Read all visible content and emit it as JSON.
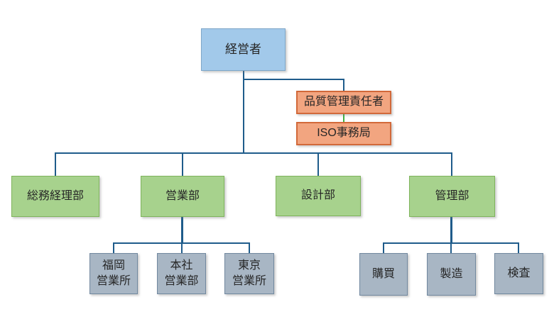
{
  "org_chart": {
    "description": "organization chart",
    "nodes": [
      {
        "id": "ceo",
        "label": "経営者",
        "role": "top"
      },
      {
        "id": "quality-manager",
        "label": "品質管理責任者",
        "role": "quality"
      },
      {
        "id": "iso-office",
        "label": "ISO事務局",
        "role": "quality"
      },
      {
        "id": "general-affairs",
        "label": "総務経理部",
        "role": "department"
      },
      {
        "id": "sales-dept",
        "label": "営業部",
        "role": "department"
      },
      {
        "id": "design-dept",
        "label": "設計部",
        "role": "department"
      },
      {
        "id": "admin-dept",
        "label": "管理部",
        "role": "department"
      },
      {
        "id": "fukuoka-sales",
        "label": "福岡\n営業所",
        "role": "unit"
      },
      {
        "id": "hq-sales",
        "label": "本社\n営業部",
        "role": "unit"
      },
      {
        "id": "tokyo-sales",
        "label": "東京\n営業所",
        "role": "unit"
      },
      {
        "id": "purchasing",
        "label": "購買",
        "role": "unit"
      },
      {
        "id": "manufacturing",
        "label": "製造",
        "role": "unit"
      },
      {
        "id": "inspection",
        "label": "検査",
        "role": "unit"
      }
    ],
    "edges": [
      {
        "from": "ceo",
        "to": "quality-manager",
        "color": "blue"
      },
      {
        "from": "quality-manager",
        "to": "iso-office",
        "color": "green"
      },
      {
        "from": "ceo",
        "to": "general-affairs",
        "color": "blue"
      },
      {
        "from": "ceo",
        "to": "sales-dept",
        "color": "blue"
      },
      {
        "from": "ceo",
        "to": "design-dept",
        "color": "blue"
      },
      {
        "from": "ceo",
        "to": "admin-dept",
        "color": "blue"
      },
      {
        "from": "sales-dept",
        "to": "fukuoka-sales",
        "color": "blue"
      },
      {
        "from": "sales-dept",
        "to": "hq-sales",
        "color": "blue"
      },
      {
        "from": "sales-dept",
        "to": "tokyo-sales",
        "color": "blue"
      },
      {
        "from": "admin-dept",
        "to": "purchasing",
        "color": "blue"
      },
      {
        "from": "admin-dept",
        "to": "manufacturing",
        "color": "blue"
      },
      {
        "from": "admin-dept",
        "to": "inspection",
        "color": "blue"
      }
    ],
    "colors": {
      "top_fill": "#A2C9EA",
      "top_border": "#7FA7C9",
      "quality_fill": "#F2A580",
      "quality_border": "#D2693A",
      "dept_fill": "#A7D28D",
      "dept_border": "#7FB45C",
      "unit_fill": "#A8B6C4",
      "unit_border": "#71889F",
      "connector_blue": "#1F5C8B",
      "connector_green": "#3FB243",
      "background": "#ffffff"
    }
  }
}
